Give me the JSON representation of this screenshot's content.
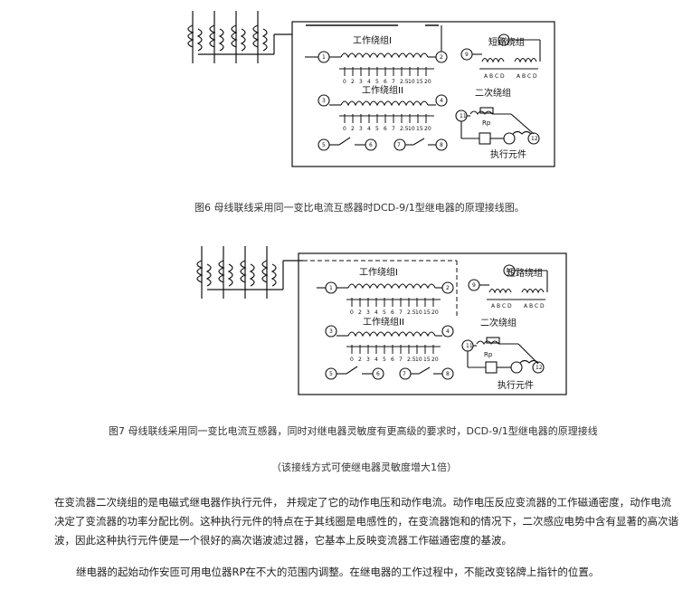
{
  "fig6": {
    "work_winding_1": "工作绕组I",
    "work_winding_2": "工作绕组II",
    "short_circuit_winding": "短路绕组",
    "secondary_winding": "二次绕组",
    "rp": "Rp",
    "executor": "执行元件",
    "abcd": [
      "A",
      "B",
      "C",
      "D"
    ],
    "taps1": [
      "0",
      "2",
      "3",
      "4",
      "5",
      "6",
      "7",
      "2.5",
      "10",
      "15",
      "20"
    ],
    "taps2": [
      "0",
      "2",
      "3",
      "4",
      "5",
      "6",
      "7",
      "2.5",
      "10",
      "15",
      "20"
    ],
    "terminals": [
      "1",
      "2",
      "3",
      "4",
      "5",
      "6",
      "7",
      "8",
      "9",
      "10",
      "11",
      "12"
    ],
    "caption": "图6 母线联线采用同一变比电流互感器时DCD-9/1型继电器的原理接线图。"
  },
  "fig7": {
    "work_winding_1": "工作绕组I",
    "work_winding_2": "工作绕组II",
    "short_circuit_winding": "短路绕组",
    "secondary_winding": "二次绕组",
    "rp": "Rp",
    "executor": "执行元件",
    "abcd": [
      "A",
      "B",
      "C",
      "D"
    ],
    "taps1": [
      "0",
      "2",
      "3",
      "4",
      "5",
      "6",
      "7",
      "2.5",
      "10",
      "15",
      "20"
    ],
    "taps2": [
      "0",
      "2",
      "3",
      "4",
      "5",
      "6",
      "7",
      "2.5",
      "10",
      "15",
      "20"
    ],
    "terminals": [
      "1",
      "2",
      "3",
      "4",
      "5",
      "6",
      "7",
      "8",
      "9",
      "10",
      "11",
      "12"
    ],
    "caption": "图7 母线联线采用同一变比电流互感器，同时对继电器灵敏度有更高级的要求时，DCD-9/1型继电器的原理接线",
    "note": "（该接线方式可使继电器灵敏度增大1倍）"
  },
  "paragraph1": "在变流器二次绕组的是电磁式继电器作执行元件， 并规定了它的动作电压和动作电流。动作电压反应变流器的工作磁通密度，动作电流决定了变流器的功率分配比例。这种执行元件的特点在于其线圈是电感性的，在变流器饱和的情况下，二次感应电势中含有显著的高次谐波，因此这种执行元件便是一个很好的高次谐波滤过器，它基本上反映变流器工作磁通密度的基波。",
  "paragraph2": "继电器的起始动作安匝可用电位器RP在不大的范围内调整。在继电器的工作过程中，不能改变铭牌上指针的位置。"
}
